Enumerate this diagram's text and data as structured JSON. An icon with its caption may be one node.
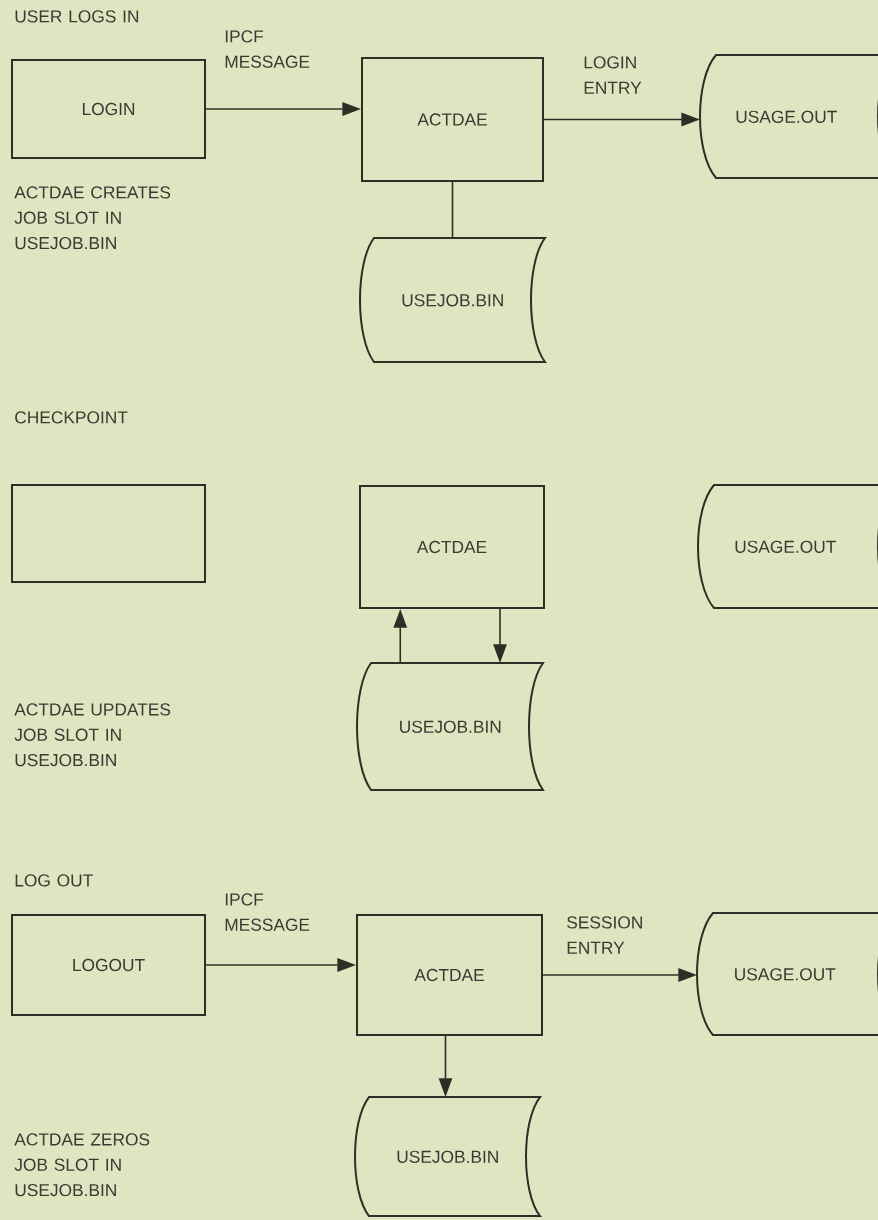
{
  "diagram": {
    "nodes": [
      {
        "text": [
          "LOGIN"
        ]
      },
      {
        "text": [
          "ACTDAE"
        ]
      },
      {
        "text": [
          "USAGE.OUT"
        ]
      },
      {
        "text": [
          "USEJOB.BIN"
        ]
      },
      {
        "text": [],
        "shape": "box"
      },
      {
        "text": [
          "ACTDAE"
        ]
      },
      {
        "text": [
          "USAGE.OUT"
        ]
      },
      {
        "text": [
          "USEJOB.BIN"
        ]
      },
      {
        "text": [
          "LOGOUT"
        ]
      },
      {
        "text": [
          "ACTDAE"
        ]
      },
      {
        "text": [
          "USAGE.OUT"
        ]
      },
      {
        "text": [
          "USEJOB.BIN"
        ]
      }
    ],
    "edges": [
      {
        "from": 0,
        "to": 1,
        "arrow": "to",
        "label": "IPCF MESSAGE"
      },
      {
        "from": 1,
        "to": 2,
        "arrow": "to",
        "label": "LOGIN ENTRY"
      },
      {
        "from": 1,
        "to": 3,
        "arrow": "none"
      },
      {
        "from": 7,
        "to": 5,
        "arrow": "to"
      },
      {
        "from": 5,
        "to": 7,
        "arrow": "to"
      },
      {
        "from": 8,
        "to": 9,
        "arrow": "to",
        "label": "IPCF MESSAGE"
      },
      {
        "from": 9,
        "to": 10,
        "arrow": "to",
        "label": "SESSION ENTRY"
      },
      {
        "from": 9,
        "to": 11,
        "arrow": "to"
      }
    ],
    "labels": [
      "USER LOGS IN",
      "ACTDAE CREATES JOB SLOT IN USEJOB.BIN",
      "CHECKPOINT",
      "ACTDAE UPDATES JOB SLOT IN USEJOB.BIN",
      "LOG OUT",
      "ACTDAE ZEROS JOB SLOT IN USEJOB.BIN"
    ]
  }
}
